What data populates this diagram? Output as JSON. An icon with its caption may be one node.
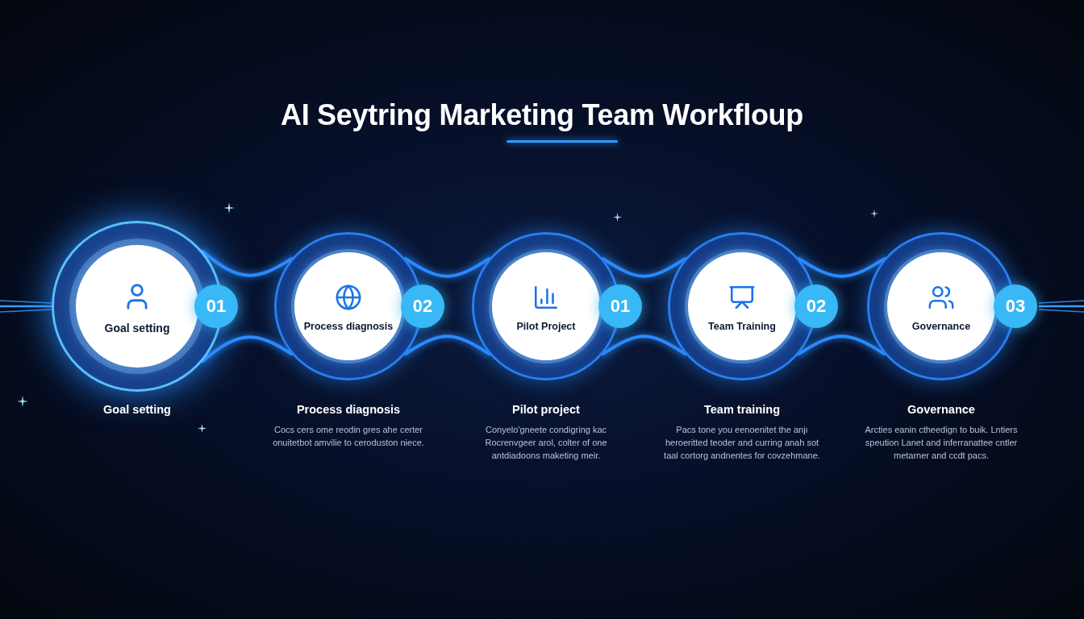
{
  "diagram": {
    "title": "AI Seytring Marketing Team Workfloup",
    "nodes": [
      {
        "text": [
          "Goal setting"
        ],
        "beside": [
          "Goal setting"
        ]
      },
      {
        "text": [
          "01"
        ]
      },
      {
        "text": [
          "Process diagnosis"
        ],
        "beside": [
          "Process diagnosis",
          "Cocs cers ome reodin gres ahe certer onuitetbot amvilie to ceroduston niece."
        ]
      },
      {
        "text": [
          "02"
        ]
      },
      {
        "text": [
          "Pilot Project"
        ],
        "beside": [
          "Pilot project",
          "Conyelo'gneete condigring kac Rocrenvgeer arol, colter of one antdiadoons maketing meir."
        ]
      },
      {
        "text": [
          "01"
        ]
      },
      {
        "text": [
          "Team Training"
        ],
        "beside": [
          "Team training",
          "Pacs tone you eenoenitet the anjı heroeritted teoder and curring anah sot taal cortorg andnentes for covzehmane."
        ]
      },
      {
        "text": [
          "02"
        ]
      },
      {
        "text": [
          "Governance"
        ],
        "beside": [
          "Governance",
          "Arcties eanin ctheedign to buik. Lntiers speution Lanet and inferranattee cntler metarner and ccdt pacs."
        ]
      },
      {
        "text": [
          "03"
        ]
      }
    ],
    "edges": [
      {
        "from": 0,
        "to": 2,
        "arrow": "none"
      },
      {
        "from": 1,
        "to": 2,
        "arrow": "none"
      },
      {
        "from": 2,
        "to": 4,
        "arrow": "none"
      },
      {
        "from": 3,
        "to": 4,
        "arrow": "none"
      },
      {
        "from": 4,
        "to": 6,
        "arrow": "none"
      },
      {
        "from": 5,
        "to": 6,
        "arrow": "none"
      },
      {
        "from": 6,
        "to": 8,
        "arrow": "none"
      },
      {
        "from": 7,
        "to": 8,
        "arrow": "none"
      }
    ]
  }
}
